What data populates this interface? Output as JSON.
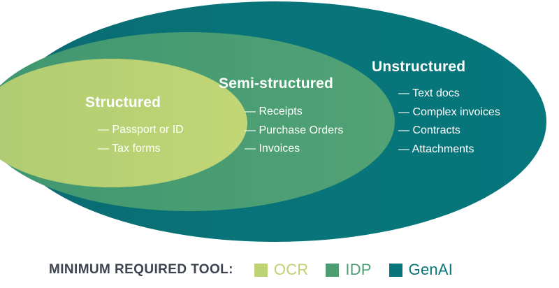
{
  "colors": {
    "structured": "#bdd273",
    "semi_structured": "#4c9e72",
    "unstructured": "#07757a",
    "text_dark": "#3d4350",
    "text_light": "#ffffff"
  },
  "sets": {
    "structured": {
      "title": "Structured",
      "items": [
        "— Passport or ID",
        "— Tax forms"
      ]
    },
    "semi_structured": {
      "title": "Semi-structured",
      "items": [
        "— Receipts",
        "— Purchase Orders",
        "— Invoices"
      ]
    },
    "unstructured": {
      "title": "Unstructured",
      "items": [
        "— Text docs",
        "— Complex invoices",
        "— Contracts",
        "— Attachments"
      ]
    }
  },
  "legend": {
    "title": "MINIMUM REQUIRED TOOL:",
    "items": [
      {
        "label": "OCR",
        "color": "#bdd273"
      },
      {
        "label": "IDP",
        "color": "#4c9e72"
      },
      {
        "label": "GenAI",
        "color": "#07757a"
      }
    ]
  }
}
